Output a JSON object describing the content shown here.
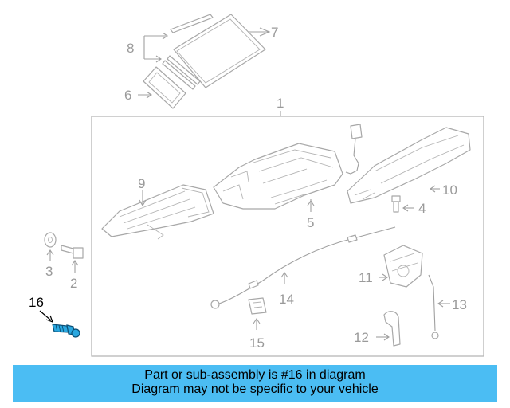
{
  "callouts": {
    "c1": "1",
    "c2": "2",
    "c3": "3",
    "c4": "4",
    "c5": "5",
    "c6": "6",
    "c7": "7",
    "c8": "8",
    "c9": "9",
    "c10": "10",
    "c11": "11",
    "c12": "12",
    "c13": "13",
    "c14": "14",
    "c15": "15",
    "c16": "16"
  },
  "highlight_part": "16",
  "colors": {
    "highlight": "#2aa8e0",
    "banner": "#4bbdf3",
    "line_art": "#a8a8a8"
  },
  "banner": {
    "line1": "Part or sub-assembly is #16 in diagram",
    "line2": "Diagram may not be specific to your vehicle"
  }
}
